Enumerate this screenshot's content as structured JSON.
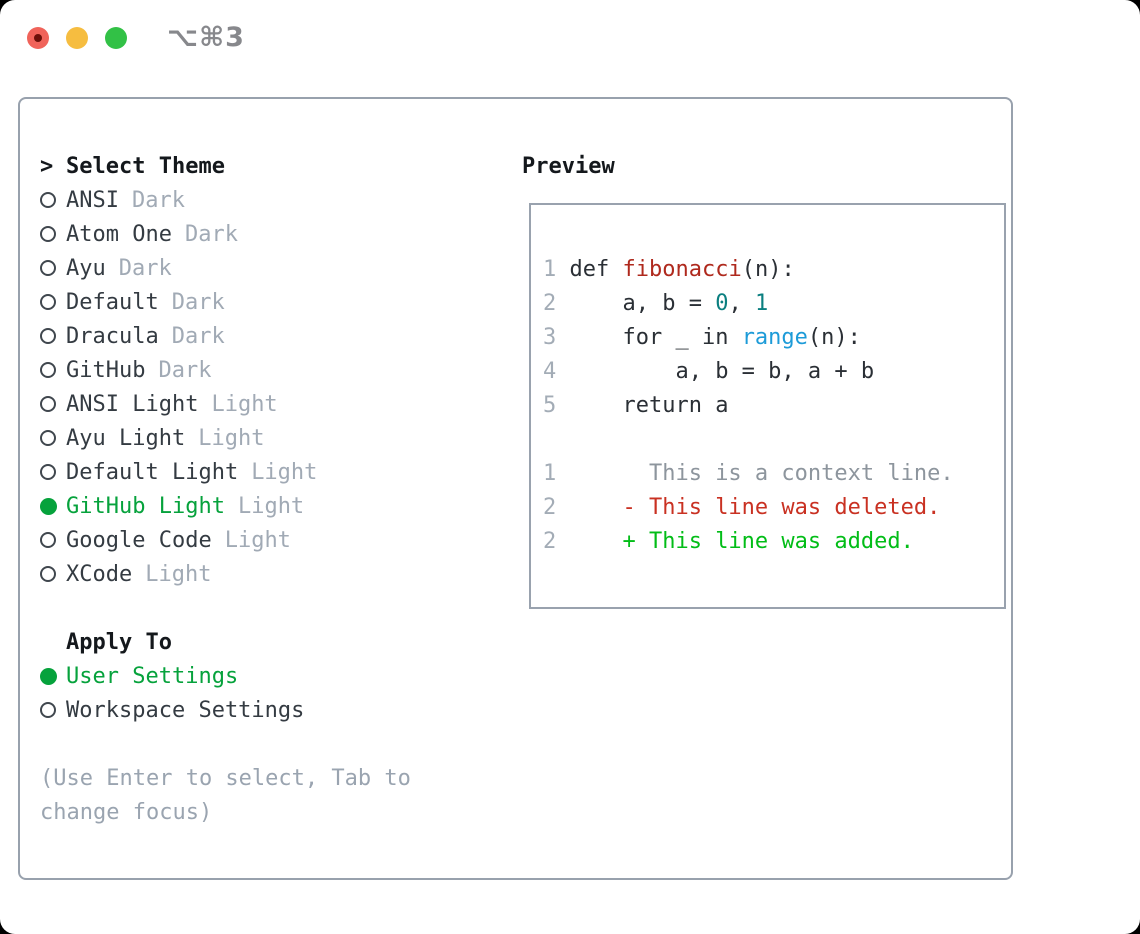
{
  "titlebar": {
    "shortcut": "⌥⌘3",
    "traffic_lights": {
      "close_color": "#f0635a",
      "close_dot_color": "#6b100a",
      "minimize_color": "#f6bd40",
      "zoom_color": "#32c146"
    }
  },
  "theme_picker": {
    "prompt": ">",
    "title": "Select Theme",
    "items": [
      {
        "label": "ANSI",
        "tag": "Dark",
        "selected": false
      },
      {
        "label": "Atom One",
        "tag": "Dark",
        "selected": false
      },
      {
        "label": "Ayu",
        "tag": "Dark",
        "selected": false
      },
      {
        "label": "Default",
        "tag": "Dark",
        "selected": false
      },
      {
        "label": "Dracula",
        "tag": "Dark",
        "selected": false
      },
      {
        "label": "GitHub",
        "tag": "Dark",
        "selected": false
      },
      {
        "label": "ANSI Light",
        "tag": "Light",
        "selected": false
      },
      {
        "label": "Ayu Light",
        "tag": "Light",
        "selected": false
      },
      {
        "label": "Default Light",
        "tag": "Light",
        "selected": false
      },
      {
        "label": "GitHub Light",
        "tag": "Light",
        "selected": true
      },
      {
        "label": "Google Code",
        "tag": "Light",
        "selected": false
      },
      {
        "label": "XCode",
        "tag": "Light",
        "selected": false
      }
    ],
    "apply_to": {
      "title": "Apply To",
      "options": [
        {
          "label": "User Settings",
          "selected": true
        },
        {
          "label": "Workspace Settings",
          "selected": false
        }
      ]
    },
    "hint_line1": "(Use Enter to select, Tab to",
    "hint_line2": "change focus)",
    "selection_color": "#06a23c"
  },
  "preview": {
    "title": "Preview",
    "lines": [
      {
        "segs": [
          {
            "t": "1",
            "s": "num"
          },
          {
            "t": " def ",
            "s": "fg"
          },
          {
            "t": "fibonacci",
            "s": "red"
          },
          {
            "t": "(n):",
            "s": "fg"
          }
        ]
      },
      {
        "segs": [
          {
            "t": "2",
            "s": "num"
          },
          {
            "t": "     a, b = ",
            "s": "fg"
          },
          {
            "t": "0",
            "s": "teal"
          },
          {
            "t": ", ",
            "s": "fg"
          },
          {
            "t": "1",
            "s": "teal"
          }
        ]
      },
      {
        "segs": [
          {
            "t": "3",
            "s": "num"
          },
          {
            "t": "     for _ in ",
            "s": "fg"
          },
          {
            "t": "range",
            "s": "blue"
          },
          {
            "t": "(n):",
            "s": "fg"
          }
        ]
      },
      {
        "segs": [
          {
            "t": "4",
            "s": "num"
          },
          {
            "t": "         a, b = b, a + b",
            "s": "fg"
          }
        ]
      },
      {
        "segs": [
          {
            "t": "5",
            "s": "num"
          },
          {
            "t": "     return a",
            "s": "fg"
          }
        ]
      },
      {
        "segs": []
      },
      {
        "segs": [
          {
            "t": "1",
            "s": "num"
          },
          {
            "t": "       This is a context line.",
            "s": "ctx"
          }
        ]
      },
      {
        "segs": [
          {
            "t": "2",
            "s": "num"
          },
          {
            "t": "     - This line was deleted.",
            "s": "del"
          }
        ]
      },
      {
        "segs": [
          {
            "t": "2",
            "s": "num"
          },
          {
            "t": "     + This line was added.",
            "s": "add"
          }
        ]
      }
    ],
    "syntax_colors": {
      "foreground": "#2a2f35",
      "line_number": "#a3acb6",
      "function_red": "#af291d",
      "number_teal": "#0b7f80",
      "builtin_blue": "#1d9bd8",
      "context_gray": "#8d959d",
      "deleted_red": "#c93122",
      "added_green": "#02bd17"
    }
  }
}
